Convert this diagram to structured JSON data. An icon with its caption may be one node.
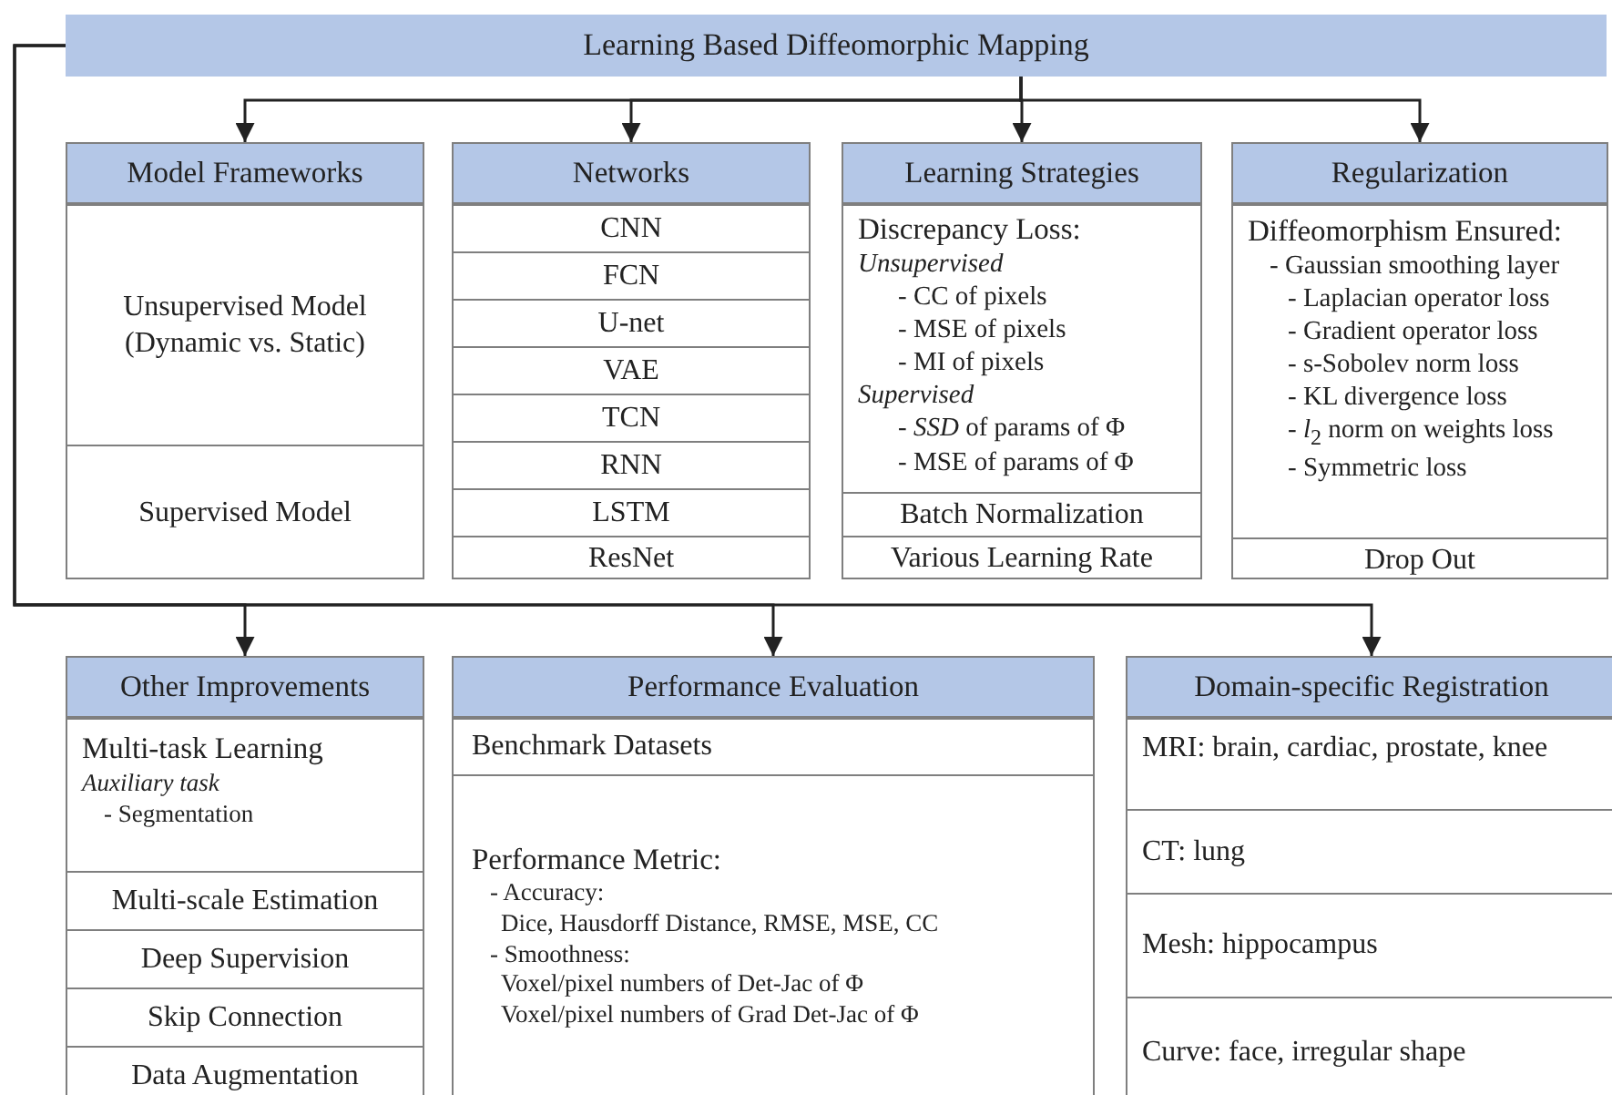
{
  "diagram": {
    "nodes": [
      {
        "text": [
          "Learning Based Diffeomorphic Mapping"
        ]
      },
      {
        "text": [
          "Model Frameworks"
        ]
      },
      {
        "text": [
          "Unsupervised Model (Dynamic vs. Static)"
        ],
        "in": 1
      },
      {
        "text": [
          "Supervised Model"
        ],
        "in": 1
      },
      {
        "text": [
          "Networks"
        ]
      },
      {
        "text": [
          "CNN"
        ],
        "in": 4
      },
      {
        "text": [
          "FCN"
        ],
        "in": 4
      },
      {
        "text": [
          "U-net"
        ],
        "in": 4
      },
      {
        "text": [
          "VAE"
        ],
        "in": 4
      },
      {
        "text": [
          "TCN"
        ],
        "in": 4
      },
      {
        "text": [
          "RNN"
        ],
        "in": 4
      },
      {
        "text": [
          "LSTM"
        ],
        "in": 4
      },
      {
        "text": [
          "ResNet"
        ],
        "in": 4
      },
      {
        "text": [
          "Learning Strategies"
        ]
      },
      {
        "text": [
          "Discrepancy Loss:",
          "Unsupervised",
          "- CC of pixels",
          "- MSE of pixels",
          "- MI of pixels",
          "Supervised",
          "- *SSD* of params of Φ",
          "- MSE of params of Φ"
        ],
        "in": 13
      },
      {
        "text": [
          "Batch Normalization"
        ],
        "in": 13
      },
      {
        "text": [
          "Various Learning Rate"
        ],
        "in": 13
      },
      {
        "text": [
          "Regularization"
        ]
      },
      {
        "text": [
          "Diffeomorphism Ensured:",
          "- Gaussian smoothing layer",
          "- Laplacian operator loss",
          "- Gradient operator loss",
          "- s-Sobolev norm loss",
          "- KL divergence loss",
          "- *l*$_{2}$ norm on weights loss",
          "- Symmetric loss"
        ],
        "in": 17
      },
      {
        "text": [
          "Drop Out"
        ],
        "in": 17
      },
      {
        "text": [
          "Other Improvements"
        ]
      },
      {
        "text": [
          "Multi-task Learning",
          "Auxiliary task",
          "- Segmentation"
        ],
        "in": 20
      },
      {
        "text": [
          "Multi-scale Estimation"
        ],
        "in": 20
      },
      {
        "text": [
          "Deep Supervision"
        ],
        "in": 20
      },
      {
        "text": [
          "Skip Connection"
        ],
        "in": 20
      },
      {
        "text": [
          "Data Augmentation"
        ],
        "in": 20
      },
      {
        "text": [
          "Performance Evaluation"
        ]
      },
      {
        "text": [
          "Benchmark Datasets"
        ],
        "in": 26
      },
      {
        "text": [
          "Performance Metric:",
          "- Accuracy:",
          "Dice, Hausdorff Distance, RMSE, MSE, CC",
          "- Smoothness:",
          "Voxel/pixel numbers of Det-Jac of Φ",
          "Voxel/pixel numbers of Grad Det-Jac of Φ"
        ],
        "in": 26
      },
      {
        "text": [
          "Domain-specific Registration"
        ]
      },
      {
        "text": [
          "MRI: brain, cardiac, prostate, knee"
        ],
        "in": 29
      },
      {
        "text": [
          "CT: lung"
        ],
        "in": 29
      },
      {
        "text": [
          "Mesh: hippocampus"
        ],
        "in": 29
      },
      {
        "text": [
          "Curve: face, irregular shape"
        ],
        "in": 29
      }
    ],
    "edges": [
      {
        "from": 0,
        "to": 1,
        "arrow": "to"
      },
      {
        "from": 0,
        "to": 4,
        "arrow": "to"
      },
      {
        "from": 0,
        "to": 13,
        "arrow": "to"
      },
      {
        "from": 0,
        "to": 17,
        "arrow": "to"
      },
      {
        "from": 0,
        "to": 20,
        "arrow": "to"
      },
      {
        "from": 0,
        "to": 26,
        "arrow": "to"
      },
      {
        "from": 0,
        "to": 29,
        "arrow": "to"
      }
    ]
  }
}
